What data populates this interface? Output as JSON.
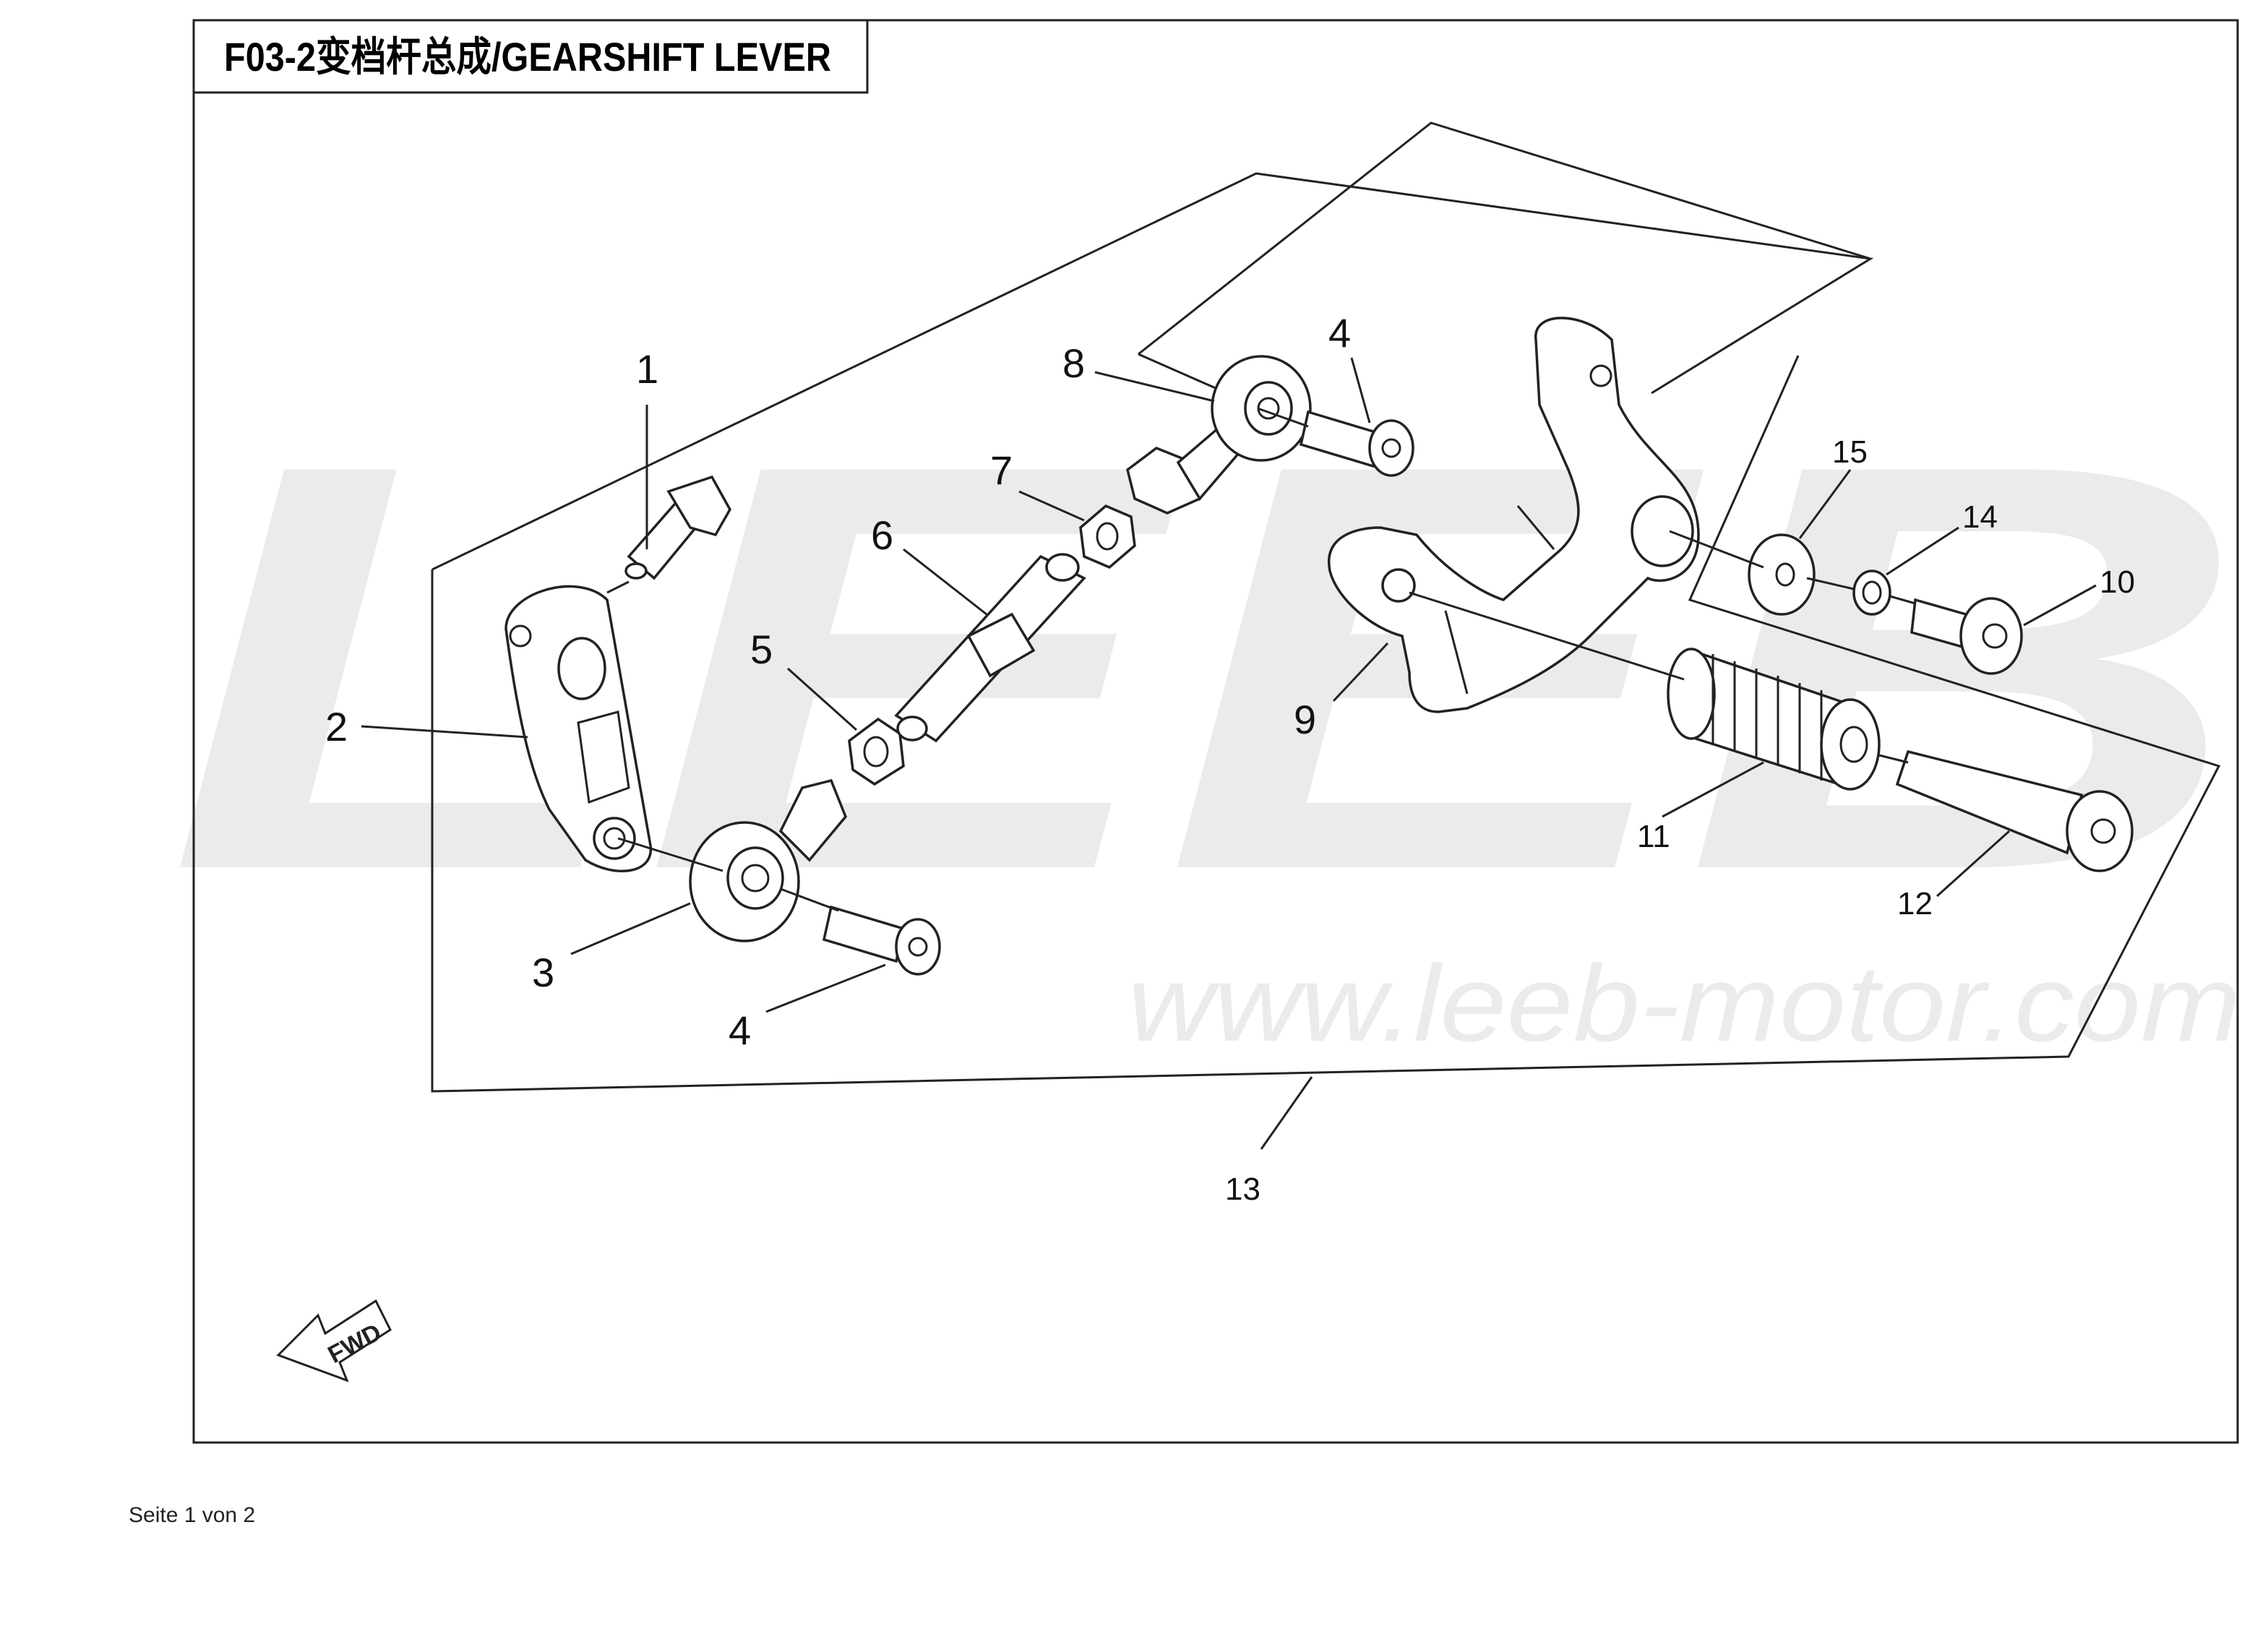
{
  "header": {
    "title": "F03-2变档杆总成/GEARSHIFT LEVER"
  },
  "watermark": {
    "brand": "LEEB",
    "url": "www.leeb-motor.com",
    "color": "#ebebeb"
  },
  "fwd_label": "FWD",
  "callouts": {
    "c1": "1",
    "c2": "2",
    "c3": "3",
    "c4a": "4",
    "c4b": "4",
    "c5": "5",
    "c6": "6",
    "c7": "7",
    "c8": "8",
    "c9": "9",
    "c10": "10",
    "c11": "11",
    "c12": "12",
    "c13": "13",
    "c14": "14",
    "c15": "15"
  },
  "footer": {
    "page_text": "Seite 1 von 2"
  }
}
